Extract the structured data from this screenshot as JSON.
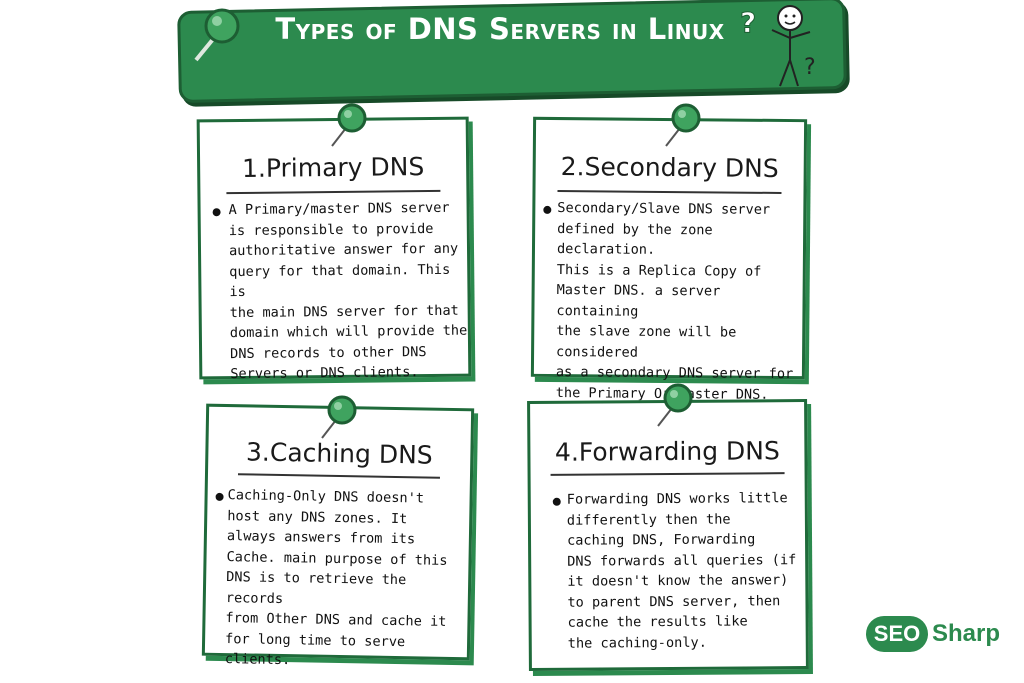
{
  "title": "Types of DNS Servers in Linux",
  "cards": [
    {
      "title": "1.Primary DNS",
      "lines": [
        "A Primary/master DNS server",
        "is responsible to provide",
        "authoritative answer for  any",
        "query for that domain. This is",
        "the main DNS server for that",
        "domain which will provide the",
        "DNS records to other DNS",
        "Servers or DNS clients."
      ]
    },
    {
      "title": "2.Secondary DNS",
      "lines": [
        "Secondary/Slave DNS server",
        "defined by the zone declaration.",
        "This is a Replica Copy of",
        "Master DNS. a server containing",
        "the slave zone will be considered",
        "as a secondary DNS server for",
        "the Primary Or Master DNS."
      ]
    },
    {
      "title": "3.Caching DNS",
      "lines": [
        "Caching-Only DNS doesn't",
        "host any DNS zones. It",
        "always answers from its",
        "Cache. main purpose of this",
        "DNS is to retrieve the records",
        "from Other DNS and cache it",
        "for long time to serve clients."
      ]
    },
    {
      "title": "4.Forwarding DNS",
      "lines": [
        "Forwarding DNS works little",
        "differently then the",
        "caching DNS, Forwarding",
        "DNS forwards all queries (if",
        "it doesn't know the answer)",
        "to parent DNS server, then",
        "cache the results like",
        "the caching-only."
      ]
    }
  ],
  "logo": {
    "badge": "SEO",
    "word": "Sharp"
  },
  "colors": {
    "green": "#2c8a4e",
    "dark_green": "#1f6a3a"
  }
}
